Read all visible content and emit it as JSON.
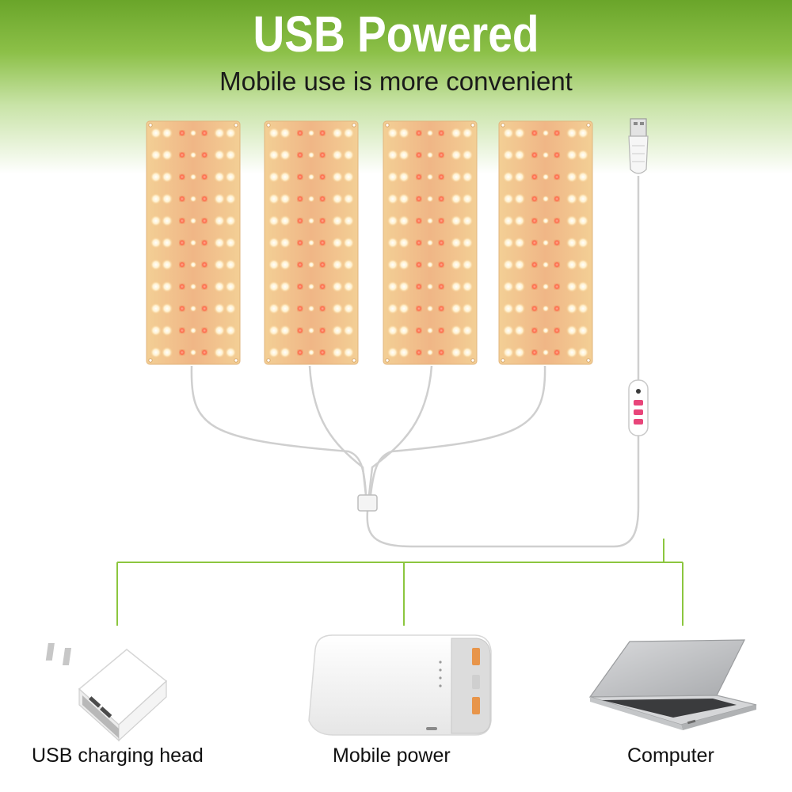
{
  "header": {
    "title": "USB Powered",
    "subtitle": "Mobile use is more convenient"
  },
  "panels": {
    "count": 4,
    "led_rows": 11
  },
  "devices": [
    {
      "icon": "usb-charging-head-icon",
      "caption": "USB charging head"
    },
    {
      "icon": "mobile-power-bank-icon",
      "caption": "Mobile power"
    },
    {
      "icon": "laptop-computer-icon",
      "caption": "Computer"
    }
  ],
  "colors": {
    "accent_green": "#8cc63f",
    "panel_board": "#f3d39a",
    "warm_led": "#fff6dc",
    "red_led": "#ff6a4a"
  }
}
